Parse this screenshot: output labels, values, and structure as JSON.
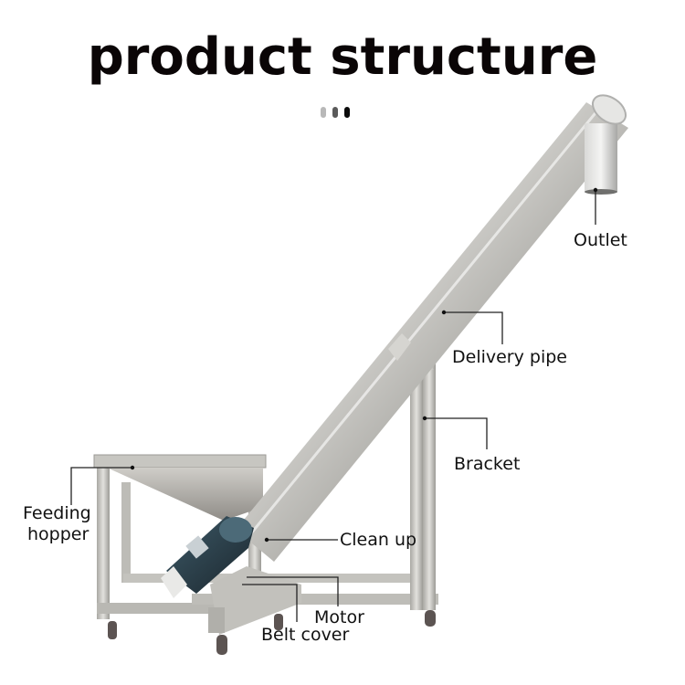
{
  "title": "product structure",
  "decor_dots": [
    {
      "color": "#b8b8b8"
    },
    {
      "color": "#5a5a5a"
    },
    {
      "color": "#0a0a0a"
    }
  ],
  "labels": {
    "outlet": "Outlet",
    "delivery_pipe": "Delivery pipe",
    "bracket": "Bracket",
    "feeding_hopper_line1": "Feeding",
    "feeding_hopper_line2": "hopper",
    "clean_up": "Clean up",
    "motor": "Motor",
    "belt_cover": "Belt cover"
  },
  "colors": {
    "steel_light": "#e4e4e2",
    "steel_mid": "#b9b8b4",
    "steel_dark": "#8d8c88",
    "motor": "#2a3d4a",
    "leader": "#222222"
  }
}
